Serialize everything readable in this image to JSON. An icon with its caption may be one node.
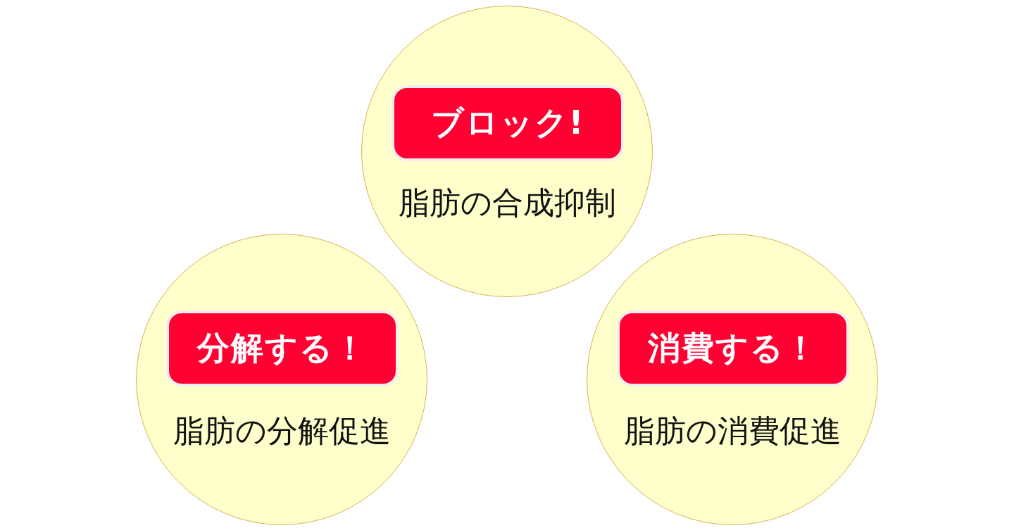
{
  "diagram": {
    "nodes": [
      {
        "text": [
          "脂肪の合成抑制"
        ]
      },
      {
        "text": [
          "ブロック!"
        ],
        "in": 0
      },
      {
        "text": [
          "脂肪の分解促進"
        ]
      },
      {
        "text": [
          "分解する！"
        ],
        "in": 2
      },
      {
        "text": [
          "脂肪の消費促進"
        ]
      },
      {
        "text": [
          "消費する！"
        ],
        "in": 4
      }
    ],
    "edges": []
  }
}
